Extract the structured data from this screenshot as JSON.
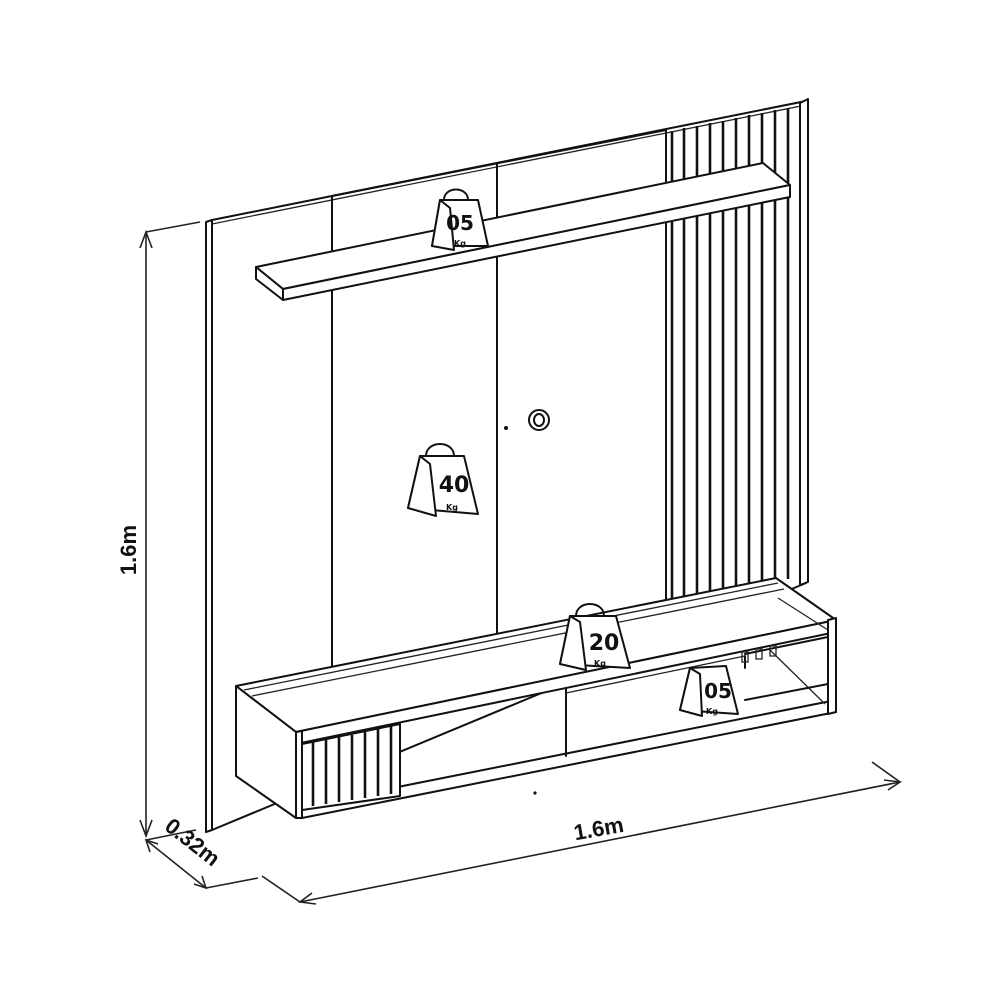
{
  "diagram": {
    "subject": "Wall-mounted TV panel with floating shelf and media cabinet",
    "colors": {
      "line": "#111111",
      "background": "#ffffff"
    }
  },
  "dimensions": {
    "height": {
      "label": "1.6m"
    },
    "width": {
      "label": "1.6m"
    },
    "depth": {
      "label": "0.32m"
    }
  },
  "weights": [
    {
      "id": "top-shelf",
      "value": "05",
      "unit": "Kg",
      "location": "Top floating shelf"
    },
    {
      "id": "panel",
      "value": "40",
      "unit": "Kg",
      "location": "Wall panel (TV mount)"
    },
    {
      "id": "cabinet-top",
      "value": "20",
      "unit": "Kg",
      "location": "Cabinet top"
    },
    {
      "id": "cabinet-niche",
      "value": "05",
      "unit": "Kg",
      "location": "Open niche shelf"
    }
  ],
  "icons": {
    "cable-pass": "cable-grommet-icon",
    "weight": "weight-icon"
  }
}
